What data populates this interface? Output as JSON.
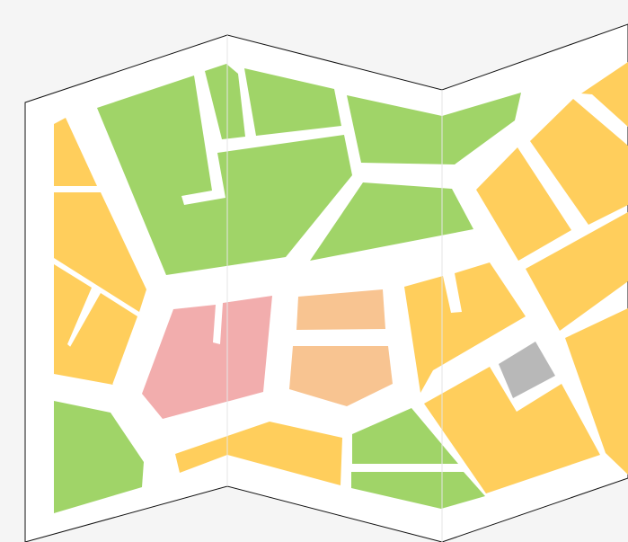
{
  "map": {
    "kind": "folded-paper-city-map",
    "colors": {
      "background": "#f5f5f5",
      "paper": "#ffffff",
      "paper_edge": "#111111",
      "fold_line": "#e6e6e6",
      "park": "#a0d468",
      "residential": "#ffce5c",
      "commercial_pink": "#f2adad",
      "commercial_peach": "#f8c491",
      "special_gray": "#b8b8b8"
    },
    "zone_types": [
      "park",
      "residential",
      "commercial_pink",
      "commercial_peach",
      "special_gray"
    ],
    "labels": []
  }
}
